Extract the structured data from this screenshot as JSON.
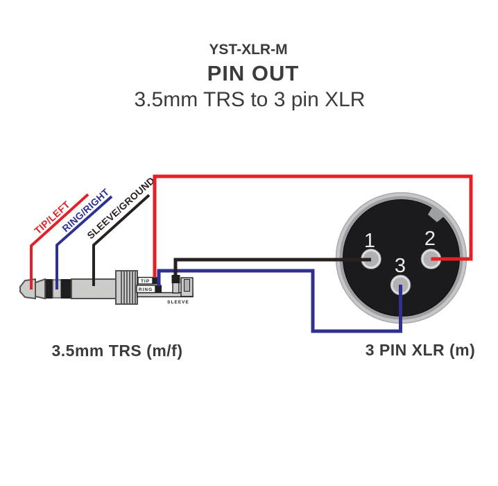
{
  "header": {
    "model": "YST-XLR-M",
    "title": "PIN OUT",
    "subtitle": "3.5mm TRS to 3 pin XLR"
  },
  "colors": {
    "tip_wire": "#e32028",
    "ring_wire": "#2e3192",
    "sleeve_wire": "#27221f"
  },
  "trs": {
    "caption": "3.5mm TRS (m/f)",
    "tip_leader": "TIP/LEFT",
    "ring_leader": "RING/RIGHT",
    "sleeve_leader": "SLEEVE/GROUND",
    "terminal_tip": "TIP",
    "terminal_ring": "RING",
    "terminal_sleeve": "SLEEVE"
  },
  "xlr": {
    "caption": "3 PIN XLR (m)",
    "pin1": "1",
    "pin2": "2",
    "pin3": "3"
  }
}
